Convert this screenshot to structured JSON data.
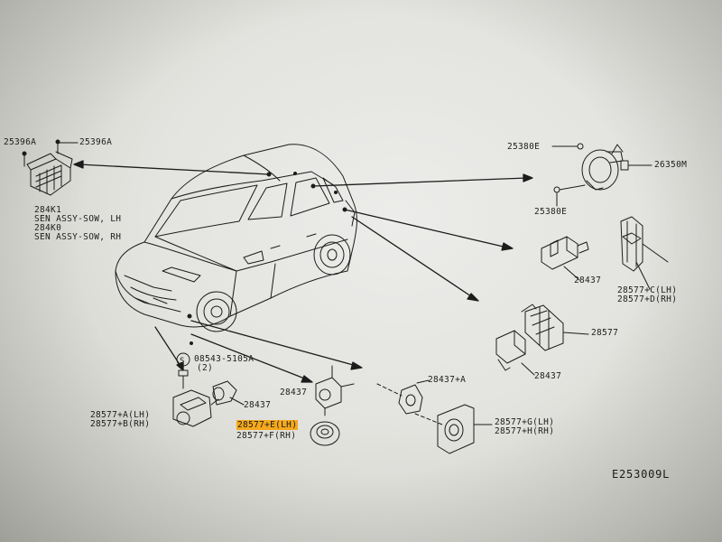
{
  "diagram_code": "E253009L",
  "labels": {
    "sensor_bracket_a": "25396A",
    "sensor_bracket_b": "25396A",
    "sensor_lh_part": "284K1",
    "sensor_lh_name": "SEN ASSY-SOW, LH",
    "sensor_rh_part": "284K0",
    "sensor_rh_name": "SEN ASSY-SOW, RH",
    "screw_upper": "25380E",
    "screw_lower": "25380E",
    "buzzer": "26350M",
    "bracket_cd_lh": "28577+C(LH)",
    "bracket_cd_rh": "28577+D(RH)",
    "sensor_28437_a": "28437",
    "sensor_28437_b": "28437",
    "holder_28577": "28577",
    "bolt_code": "08543-5105A",
    "bolt_qty": "(2)",
    "sensor_28437_c": "28437",
    "bracket_ab_lh": "28577+A(LH)",
    "bracket_ab_rh": "28577+B(RH)",
    "sensor_28437_d": "28437",
    "bracket_ef_lh": "28577+E(LH)",
    "bracket_ef_rh": "28577+F(RH)",
    "sensor_28437_pa": "28437+A",
    "bracket_gh_lh": "28577+G(LH)",
    "bracket_gh_rh": "28577+H(RH)"
  },
  "highlight_color": "#f5a81c"
}
